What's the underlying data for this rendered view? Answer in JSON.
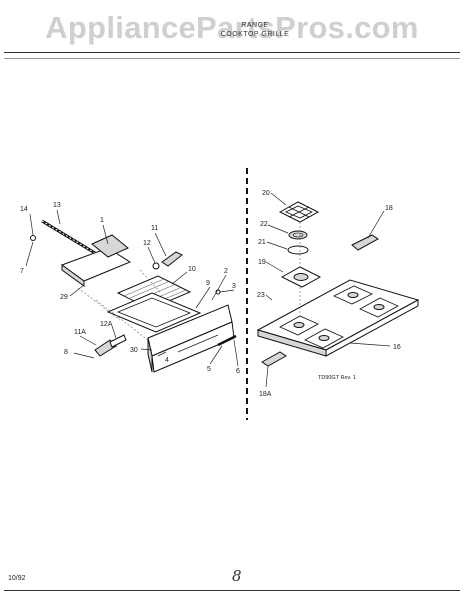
{
  "watermark": "AppliancePartsPros.com",
  "header": {
    "line1": "RANGE",
    "line2": "COOKTOP GRILLE"
  },
  "figure_code": "TD90GT Rev. 1",
  "date": "10/92",
  "handwritten": "8",
  "callouts": {
    "c1": "1",
    "c2": "2",
    "c3": "3",
    "c4": "4",
    "c5": "5",
    "c6": "6",
    "c7": "7",
    "c8": "8",
    "c9": "9",
    "c10": "10",
    "c11": "11",
    "c11a": "11A",
    "c12": "12",
    "c12a": "12A",
    "c13": "13",
    "c14": "14",
    "c16": "16",
    "c18": "18",
    "c18a": "18A",
    "c19": "19",
    "c20": "20",
    "c21": "21",
    "c22": "22",
    "c23": "23",
    "c29": "29",
    "c30": "30"
  }
}
